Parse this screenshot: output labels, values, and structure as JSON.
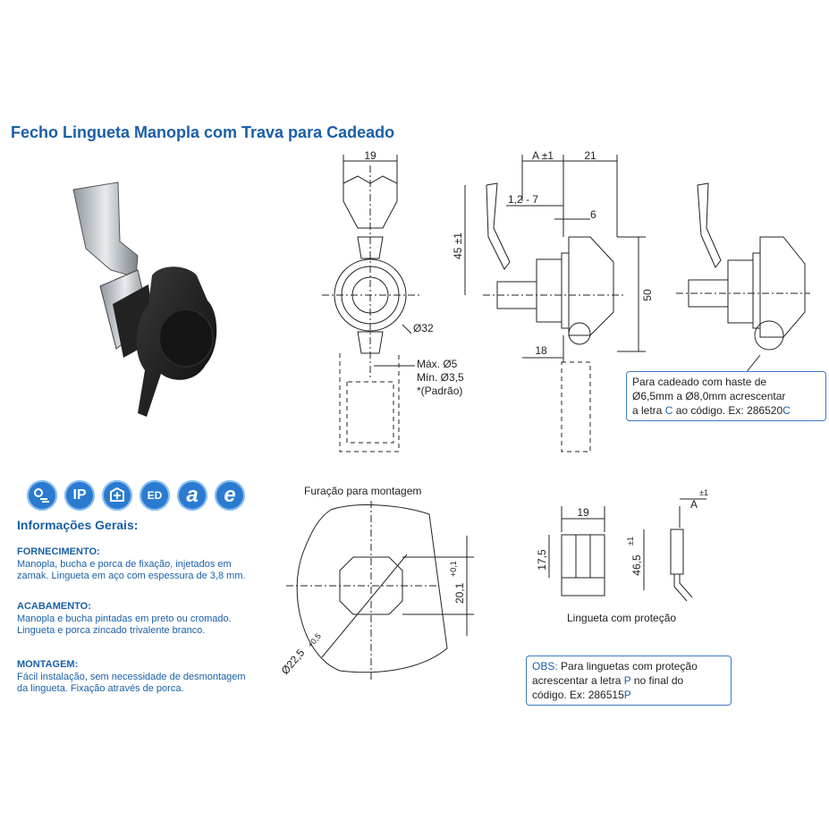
{
  "title": "Fecho Lingueta Manopla com Trava para Cadeado",
  "info": {
    "heading": "Informações Gerais:",
    "sections": [
      {
        "title": "FORNECIMENTO:",
        "body": "Manopla, bucha e porca de fixação, injetados em zamak. Lingueta em aço com espessura de 3,8 mm."
      },
      {
        "title": "ACABAMENTO:",
        "body": "Manopla e bucha pintadas em preto ou cromado. Lingueta e porca zincado trivalente branco."
      },
      {
        "title": "MONTAGEM:",
        "body": "Fácil instalação, sem necessidade de desmontagem da lingueta. Fixação através de porca."
      }
    ]
  },
  "icons": [
    {
      "name": "weather-resistant-icon",
      "text": ""
    },
    {
      "name": "ip-rating-icon",
      "text": "IP"
    },
    {
      "name": "water-protection-icon",
      "text": ""
    },
    {
      "name": "ed-coating-icon",
      "text": "ED"
    },
    {
      "name": "a-certification-icon",
      "text": "a"
    },
    {
      "name": "e-certification-icon",
      "text": "e"
    }
  ],
  "drawing": {
    "front_width": "19",
    "diameter_32": "Ø32",
    "max_label": "Máx. Ø5",
    "min_label": "Mín. Ø3,5",
    "standard_label": "*(Padrão)",
    "a_tol": "A ±1",
    "side_21": "21",
    "range_12_7": "1,2 - 7",
    "dim_6": "6",
    "height_45": "45 ±1",
    "height_50": "50",
    "dim_18": "18",
    "mounting_title": "Furação para montagem",
    "dia_22": "Ø22,5",
    "dia_22_tol": "+0,5",
    "dim_20": "20,1",
    "dim_20_tol": "+0,1",
    "tongue_width": "19",
    "tongue_h": "17,5",
    "tongue_46": "46,5",
    "tongue_46_tol": "±1",
    "tongue_a": "A",
    "tongue_a_tol": "±1",
    "tongue_caption": "Lingueta com proteção"
  },
  "note_padlock": {
    "line1": "Para cadeado com haste de",
    "line2": "Ø6,5mm a Ø8,0mm acrescentar",
    "line3_pre": "a letra ",
    "letter": "C",
    "line3_mid": " ao código. Ex: 286520",
    "letter_end": "C"
  },
  "note_obs": {
    "obs": "OBS:",
    "line1": " Para linguetas com proteção",
    "line2_pre": "acrescentar a letra ",
    "letter": "P",
    "line2_post": " no final do",
    "line3_pre": "código. Ex: 286515",
    "letter_end": "P"
  },
  "colors": {
    "accent": "#1a5fa8",
    "box_border": "#3c7bc0"
  }
}
